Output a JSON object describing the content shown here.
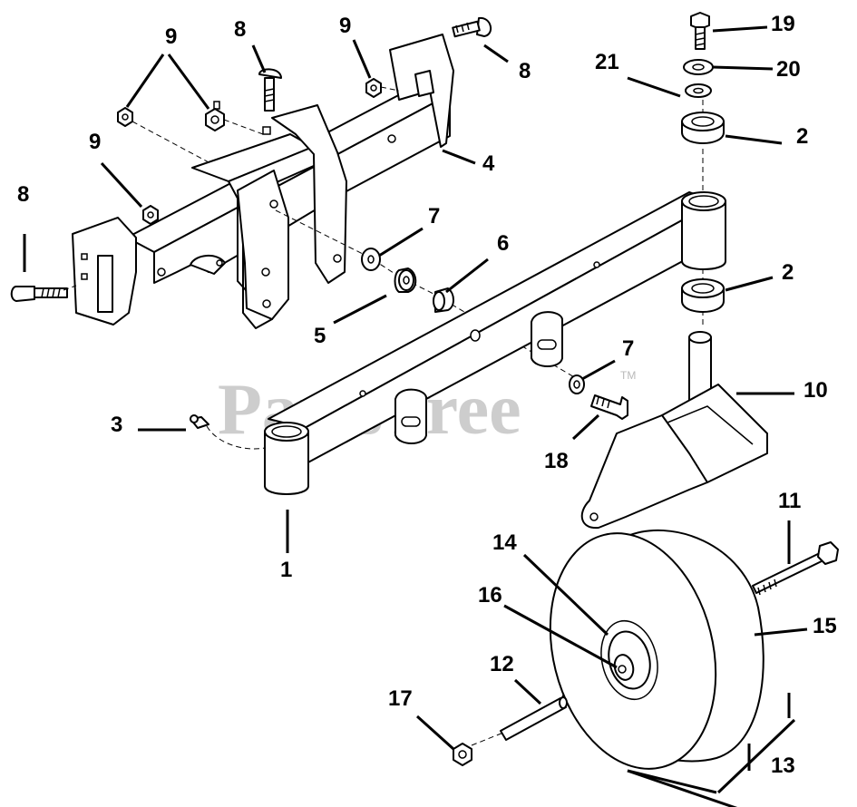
{
  "watermark": {
    "text": "PartsTree",
    "trademark": "TM"
  },
  "callouts": {
    "c1": "1",
    "c2a": "2",
    "c2b": "2",
    "c3": "3",
    "c4": "4",
    "c5": "5",
    "c6": "6",
    "c7a": "7",
    "c7b": "7",
    "c8a": "8",
    "c8b": "8",
    "c8c": "8",
    "c9a": "9",
    "c9b": "9",
    "c9c": "9",
    "c10": "10",
    "c11": "11",
    "c12": "12",
    "c13": "13",
    "c14": "14",
    "c15": "15",
    "c16": "16",
    "c17": "17",
    "c18": "18",
    "c19": "19",
    "c20": "20",
    "c21": "21"
  },
  "colors": {
    "line": "#000000",
    "watermark": "#b9b9b9",
    "background": "#ffffff"
  }
}
